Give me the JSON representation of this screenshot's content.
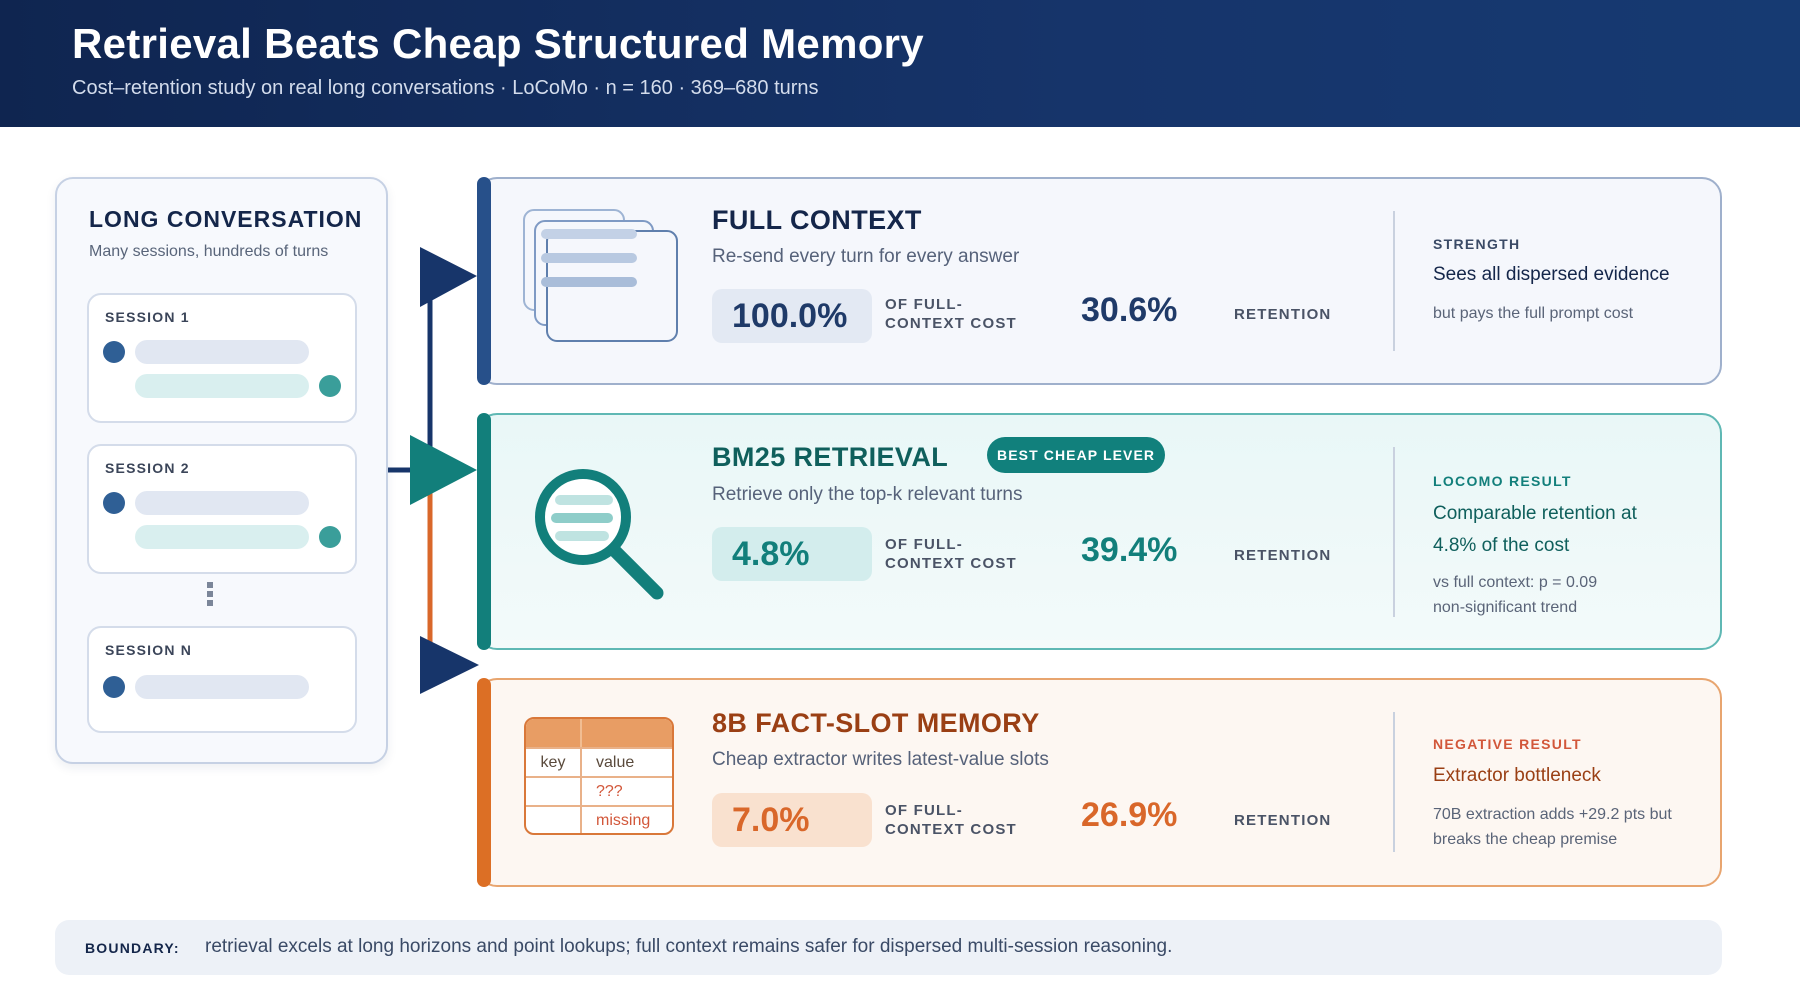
{
  "header": {
    "title": "Retrieval Beats Cheap Structured Memory",
    "subtitle": "Cost–retention study on real long conversations · LoCoMo · n = 160 · 369–680 turns"
  },
  "conversation": {
    "title": "LONG CONVERSATION",
    "subtitle": "Many sessions, hundreds of turns",
    "sessions": [
      {
        "label": "SESSION 1"
      },
      {
        "label": "SESSION 2"
      },
      {
        "label": "SESSION N"
      }
    ]
  },
  "cards": {
    "full": {
      "title": "FULL CONTEXT",
      "desc": "Re-send every turn for every answer",
      "cost": "100.0%",
      "cost_label": "OF FULL-CONTEXT COST",
      "retention": "30.6%",
      "retention_label": "RETENTION",
      "right_head": "STRENGTH",
      "right_main": "Sees all dispersed evidence",
      "right_small": "but pays the full prompt cost",
      "color": "#1f3a68"
    },
    "bm25": {
      "title": "BM25 RETRIEVAL",
      "badge": "BEST CHEAP LEVER",
      "desc": "Retrieve only the top-k relevant turns",
      "cost": "4.8%",
      "cost_label": "OF FULL-CONTEXT COST",
      "retention": "39.4%",
      "retention_label": "RETENTION",
      "right_head": "LOCOMO RESULT",
      "right_main": "Comparable retention at 4.8% of the cost",
      "right_small": "vs full context: p = 0.09 non-significant trend",
      "color": "#127f7b"
    },
    "fact": {
      "title": "8B FACT-SLOT MEMORY",
      "desc": "Cheap extractor writes latest-value slots",
      "cost": "7.0%",
      "cost_label": "OF FULL-CONTEXT COST",
      "retention": "26.9%",
      "retention_label": "RETENTION",
      "right_head": "NEGATIVE RESULT",
      "right_main": "Extractor bottleneck",
      "right_small": "70B extraction adds +29.2 pts but breaks the cheap premise",
      "table": {
        "key": "key",
        "value": "value",
        "row1": "???",
        "row2": "missing"
      },
      "color": "#d9672a"
    }
  },
  "footer": {
    "key": "BOUNDARY:",
    "text": "retrieval excels at long horizons and point lookups; full context remains safer for dispersed multi-session reasoning."
  }
}
